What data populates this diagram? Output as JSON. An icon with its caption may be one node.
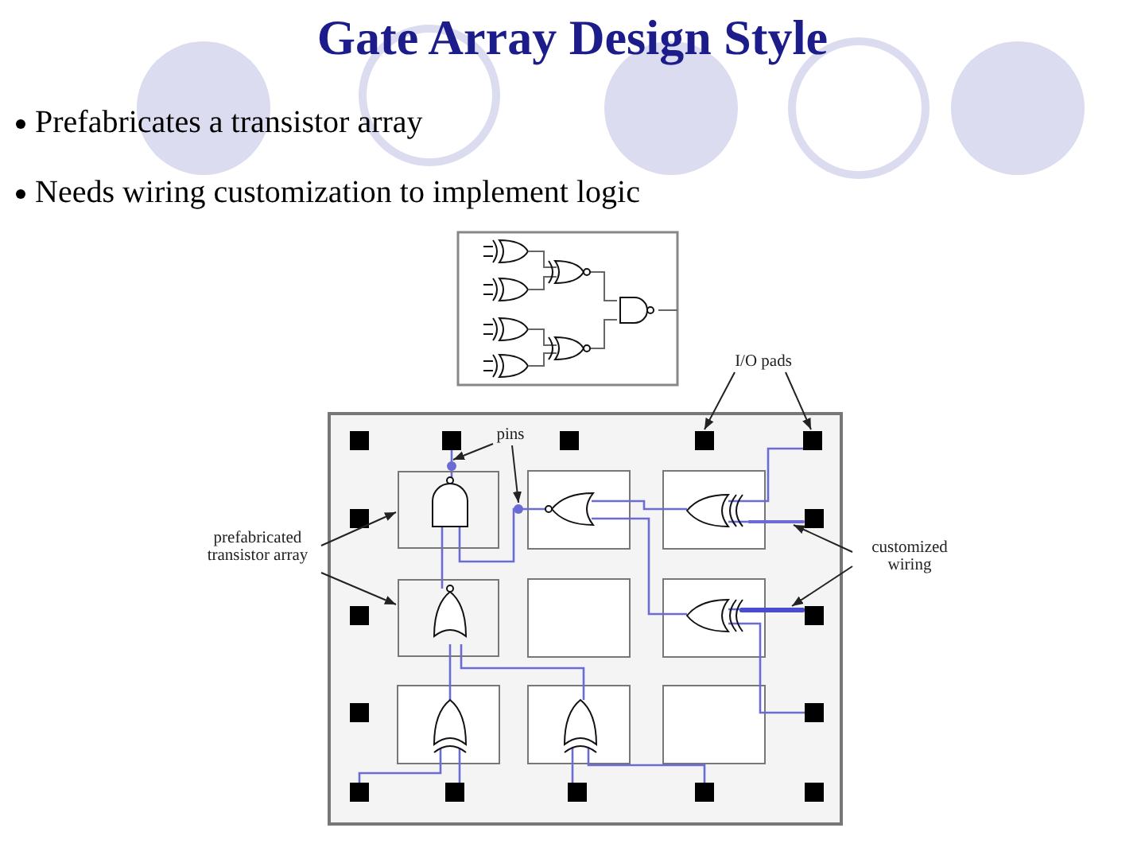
{
  "diagram": {
    "title": "Gate Array Design Style",
    "nodes": [
      {
        "text": [
          "I/O pads"
        ]
      },
      {
        "text": [],
        "shape": "box"
      },
      {
        "text": [],
        "shape": "box"
      },
      {
        "text": [
          "pins"
        ]
      },
      {
        "text": [],
        "shape": "circle"
      },
      {
        "text": [],
        "shape": "circle"
      },
      {
        "text": [
          "prefabricated transistor array"
        ]
      },
      {
        "text": [],
        "shape": "box"
      },
      {
        "text": [],
        "shape": "box"
      },
      {
        "text": [
          "customized wiring"
        ]
      },
      {
        "text": [],
        "shape": "bar"
      },
      {
        "text": [],
        "shape": "bar"
      }
    ],
    "edges": [
      {
        "from": 0,
        "to": 1,
        "arrow": "to"
      },
      {
        "from": 0,
        "to": 2,
        "arrow": "to"
      },
      {
        "from": 3,
        "to": 4,
        "arrow": "to"
      },
      {
        "from": 3,
        "to": 5,
        "arrow": "to"
      },
      {
        "from": 6,
        "to": 7,
        "arrow": "to"
      },
      {
        "from": 6,
        "to": 8,
        "arrow": "to"
      },
      {
        "from": 9,
        "to": 10,
        "arrow": "to"
      },
      {
        "from": 9,
        "to": 11,
        "arrow": "to"
      }
    ],
    "labels": [
      "Prefabricates a transistor array",
      "Needs wiring customization to implement logic"
    ]
  }
}
